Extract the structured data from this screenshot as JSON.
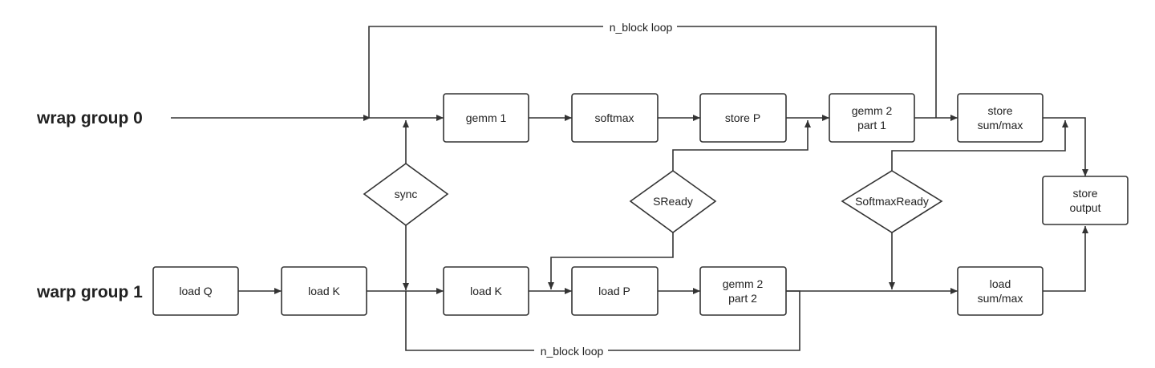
{
  "rows": {
    "group0": "wrap group 0",
    "group1": "warp group 1"
  },
  "loops": {
    "top": "n_block loop",
    "bottom": "n_block loop"
  },
  "nodes": {
    "gemm1": [
      "gemm 1"
    ],
    "softmax": [
      "softmax"
    ],
    "storeP": [
      "store P"
    ],
    "gemm2p1": [
      "gemm 2",
      "part 1"
    ],
    "storeSumMax": [
      "store",
      "sum/max"
    ],
    "storeOutput": [
      "store",
      "output"
    ],
    "loadQ": [
      "load Q"
    ],
    "loadK1": [
      "load K"
    ],
    "loadK2": [
      "load K"
    ],
    "loadP": [
      "load P"
    ],
    "gemm2p2": [
      "gemm 2",
      "part 2"
    ],
    "loadSumMax": [
      "load",
      "sum/max"
    ]
  },
  "decisions": {
    "sync": "sync",
    "sready": "SReady",
    "softmaxReady": "SoftmaxReady"
  }
}
